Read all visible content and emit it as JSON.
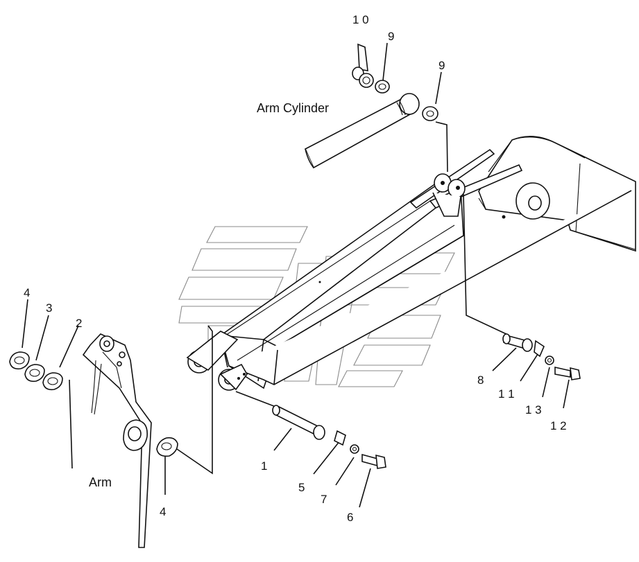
{
  "captions": {
    "arm_cylinder": "Arm Cylinder",
    "arm": "Arm"
  },
  "callouts": {
    "c10": "1 0",
    "c9a": "9",
    "c9b": "9",
    "c4a": "4",
    "c3": "3",
    "c2": "2",
    "c4b": "4",
    "c8": "8",
    "c11": "1 1",
    "c13": "1 3",
    "c12": "1 2",
    "c1": "1",
    "c5": "5",
    "c7": "7",
    "c6": "6"
  }
}
